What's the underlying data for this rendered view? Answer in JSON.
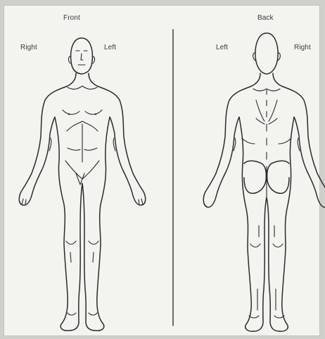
{
  "diagram": {
    "front_view": {
      "title": "Front",
      "side_right": "Right",
      "side_left": "Left"
    },
    "back_view": {
      "title": "Back",
      "side_left": "Left",
      "side_right": "Right"
    }
  }
}
